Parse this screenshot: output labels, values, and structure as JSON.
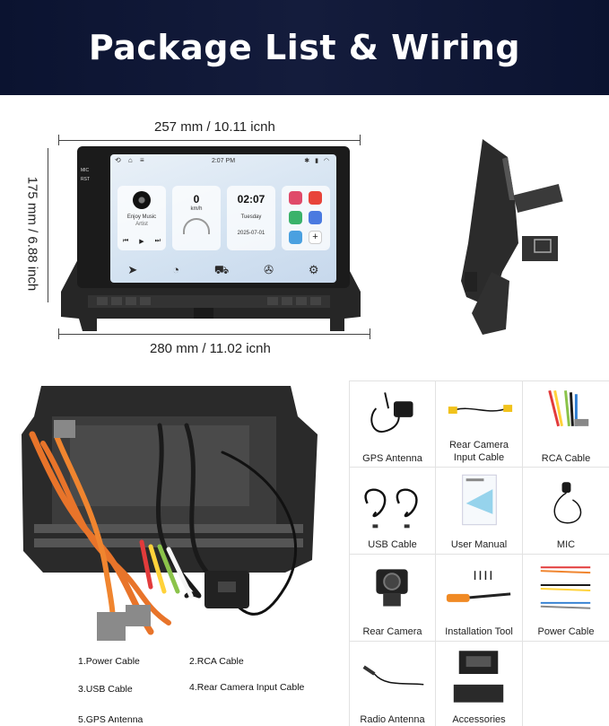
{
  "banner": {
    "title": "Package List & Wiring"
  },
  "dimensions": {
    "top_width": "257 mm / 10.11 icnh",
    "height": "175 mm / 6.88 inch",
    "bottom_width": "280 mm / 11.02 icnh"
  },
  "screen": {
    "time": "2:07 PM",
    "music_title": "Enjoy Music",
    "music_artist": "Artist",
    "speed_value": "0",
    "speed_unit": "km/h",
    "clock_time": "02:07",
    "clock_day": "Tuesday",
    "clock_date": "2025-07-01",
    "side_labels": [
      "MIC",
      "RST"
    ]
  },
  "package_items": [
    {
      "label": "GPS Antenna",
      "icon": "gps-antenna-icon"
    },
    {
      "label": "Rear Camera\nInput Cable",
      "icon": "rear-camera-cable-icon"
    },
    {
      "label": "RCA Cable",
      "icon": "rca-cable-icon"
    },
    {
      "label": "USB Cable",
      "icon": "usb-cable-icon"
    },
    {
      "label": "User Manual",
      "icon": "manual-icon"
    },
    {
      "label": "MIC",
      "icon": "mic-icon"
    },
    {
      "label": "Rear Camera",
      "icon": "camera-icon"
    },
    {
      "label": "Installation Tool",
      "icon": "tool-icon"
    },
    {
      "label": "Power Cable",
      "icon": "power-cable-icon"
    },
    {
      "label": "Radio Antenna",
      "icon": "radio-antenna-icon"
    },
    {
      "label": "Accessories",
      "icon": "bracket-icon"
    }
  ],
  "wiring_list": [
    "1.Power Cable",
    "2.RCA Cable",
    "3.USB Cable",
    "4.Rear Camera Input Cable",
    "5.GPS Antenna"
  ],
  "colors": {
    "banner": "#0b1330",
    "wire_orange": "#e8742a",
    "screen_bg": "#dbe7f3"
  }
}
